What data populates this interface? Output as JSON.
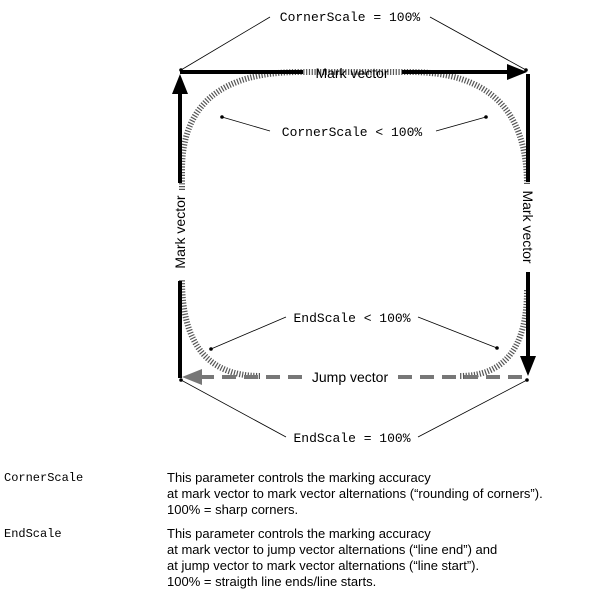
{
  "diagram": {
    "labels": {
      "corner_scale_full": "CornerScale = 100%",
      "corner_scale_less": "CornerScale < 100%",
      "end_scale_less": "EndScale < 100%",
      "end_scale_full": "EndScale = 100%",
      "mark_vector_top": "Mark vector",
      "mark_vector_left": "Mark vector",
      "mark_vector_right": "Mark vector",
      "jump_vector": "Jump vector"
    }
  },
  "parameters": [
    {
      "name": "CornerScale",
      "lines": [
        "This parameter controls the marking accuracy",
        "at mark vector to mark vector alternations (“rounding of corners”).",
        "100% = sharp corners."
      ]
    },
    {
      "name": "EndScale",
      "lines": [
        "This parameter controls the marking accuracy",
        "at mark vector to jump vector alternations (“line end”) and",
        "at jump vector to mark vector alternations (“line start”).",
        "100% = straigth line ends/line starts."
      ]
    }
  ]
}
